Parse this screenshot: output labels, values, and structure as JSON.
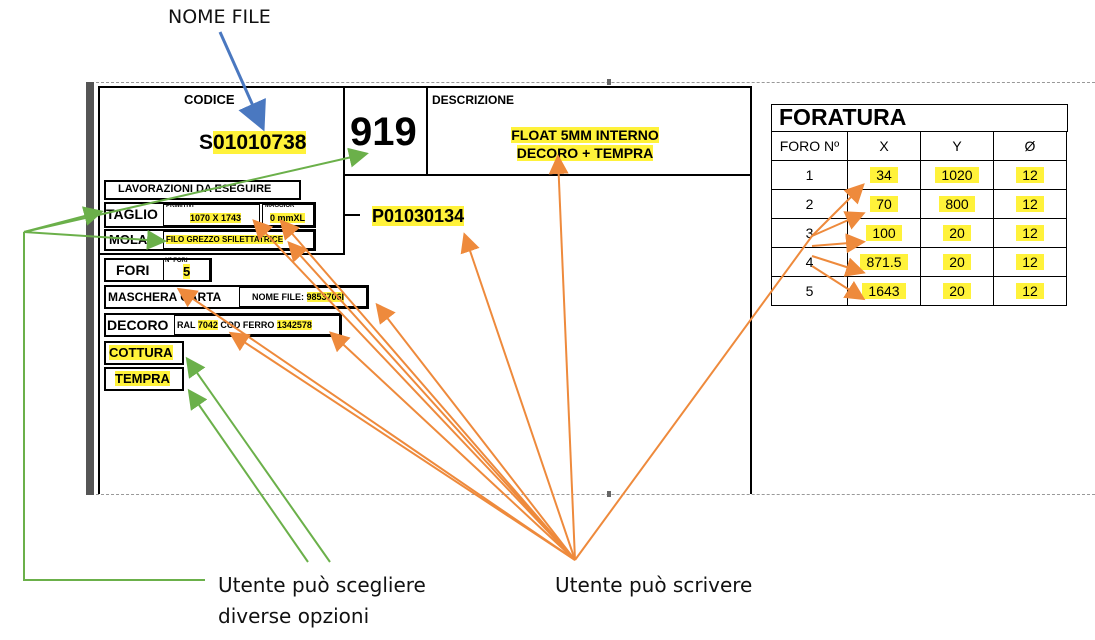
{
  "annotations": {
    "nome_file": "NOME FILE",
    "choose_options_line1": "Utente può scegliere",
    "choose_options_line2": "diverse opzioni",
    "can_write": "Utente può scrivere"
  },
  "colors": {
    "highlight": "#fff23a",
    "arrow_orange": "#ee8a3c",
    "arrow_green": "#6bb04a",
    "arrow_blue": "#4a78c0"
  },
  "form": {
    "codice_label": "CODICE",
    "codice_prefix": "S",
    "codice_value": "01010738",
    "number": "919",
    "descrizione_label": "DESCRIZIONE",
    "descrizione_line1": "FLOAT 5MM INTERNO",
    "descrizione_line2": "DECORO + TEMPRA",
    "lavorazioni": "LAVORAZIONI DA ESEGUIRE",
    "taglio": "TAGLIO",
    "primitivi_label": "PRIMITIVI",
    "primitivi_value": "1070 X 1743",
    "maggior_label": "MAGGIOR",
    "maggior_value": "0 mmXL",
    "mola": "MOLA",
    "mola_value": "FILO GREZZO SFILETTATRICE",
    "p_code": "P01030134",
    "fori": "FORI",
    "n_fori_label": "Nº FORI",
    "n_fori_value": "5",
    "maschera_carta": "MASCHERA CARTA",
    "nome_file_label": "NOME FILE: ",
    "nome_file_value": "9853706I",
    "decoro": "DECORO",
    "ral_label": "RAL ",
    "ral_value": "7042",
    "cod_ferro_label": " COD FERRO ",
    "cod_ferro_value": "1342578",
    "cottura": "COTTURA",
    "tempra": "TEMPRA"
  },
  "foratura": {
    "title": "FORATURA",
    "headers": [
      "FORO Nº",
      "X",
      "Y",
      "Ø"
    ],
    "rows": [
      [
        "1",
        "34",
        "1020",
        "12"
      ],
      [
        "2",
        "70",
        "800",
        "12"
      ],
      [
        "3",
        "100",
        "20",
        "12"
      ],
      [
        "4",
        "871.5",
        "20",
        "12"
      ],
      [
        "5",
        "1643",
        "20",
        "12"
      ]
    ]
  }
}
